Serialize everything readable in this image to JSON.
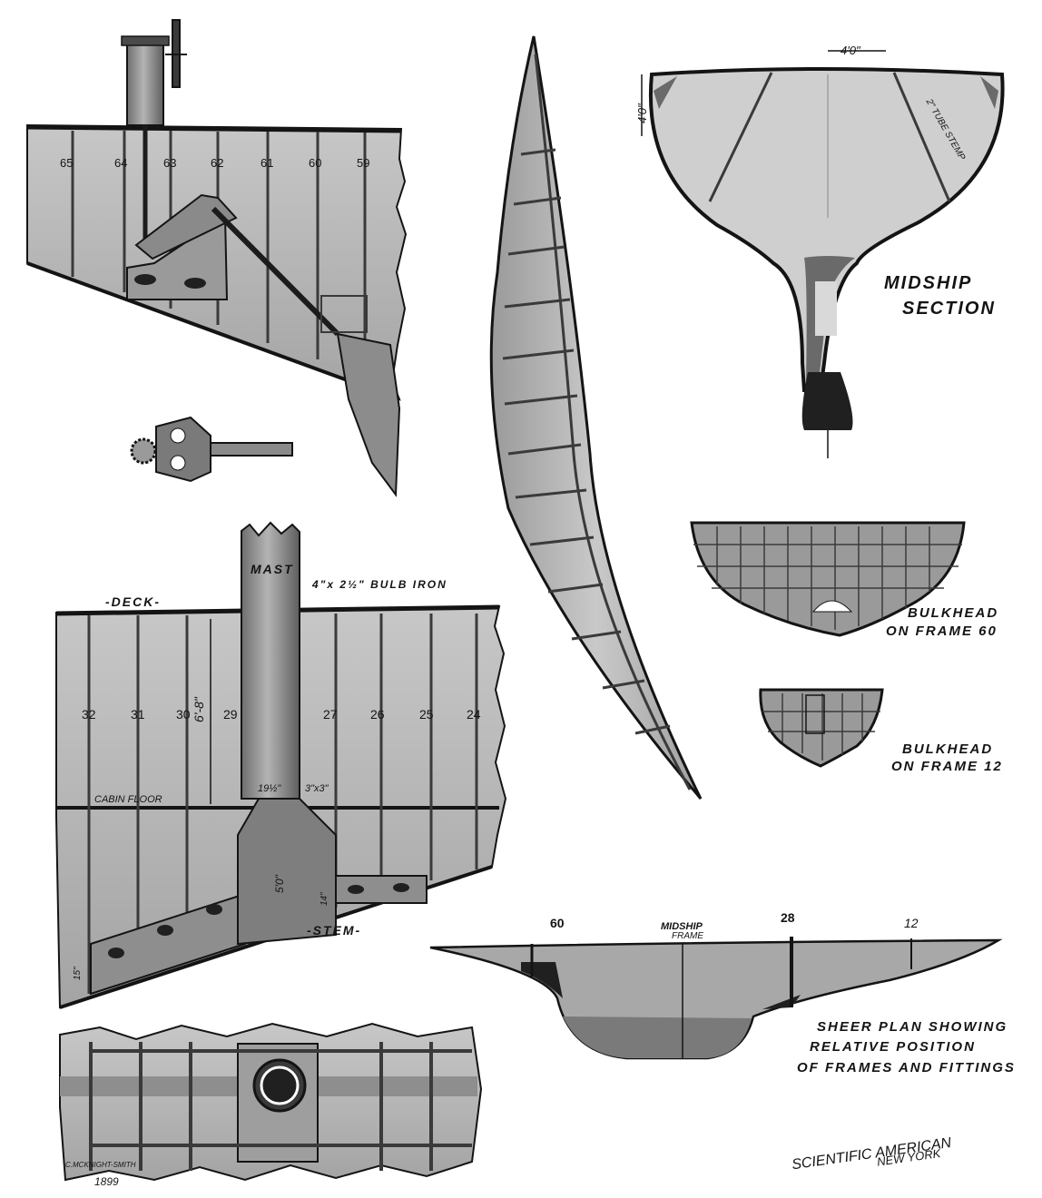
{
  "labels": {
    "midship_line1": "MIDSHIP",
    "midship_line2": "SECTION",
    "beam_dim": "4'0\"",
    "depth_dim": "4'0\"",
    "tube_label": "2\" TUBE STEMP",
    "bulkhead60_line1": "BULKHEAD",
    "bulkhead60_line2": "ON FRAME 60",
    "bulkhead12_line1": "BULKHEAD",
    "bulkhead12_line2": "ON FRAME 12",
    "deck": "-DECK-",
    "mast": "MAST",
    "bulb_iron": "4\"x 2½\" BULB IRON",
    "cabin_floor": "CABIN FLOOR",
    "height_dim": "6'-8\"",
    "mast_dia": "19½\"",
    "angle_dim": "3\"x3\"",
    "step_dim": "5'0\"",
    "rise_dim": "14\"",
    "stem": "-STEM-",
    "heel_dim": "15\"",
    "sheer_60": "60",
    "sheer_midship_line1": "MIDSHIP",
    "sheer_midship_line2": "FRAME",
    "sheer_28": "28",
    "sheer_12": "12",
    "sheer_caption_line1": "SHEER PLAN SHOWING",
    "sheer_caption_line2": "RELATIVE POSITION",
    "sheer_caption_line3": "OF FRAMES AND FITTINGS",
    "publisher_line1": "SCIENTIFIC AMERICAN",
    "publisher_line2": "NEW YORK",
    "artist_line1": "C.MCKNIGHT-SMITH",
    "artist_line2": "1899"
  },
  "stern_frame_numbers": [
    "65",
    "64",
    "63",
    "62",
    "61",
    "60",
    "59"
  ],
  "mast_frame_numbers": [
    "32",
    "31",
    "30",
    "29",
    "27",
    "26",
    "25",
    "24"
  ],
  "colors": {
    "ink": "#141414",
    "plate": "#b8b8b8",
    "plate_light": "#cfcfcf",
    "plate_dark": "#8e8e8e",
    "keel": "#202020",
    "paper": "#ffffff"
  }
}
